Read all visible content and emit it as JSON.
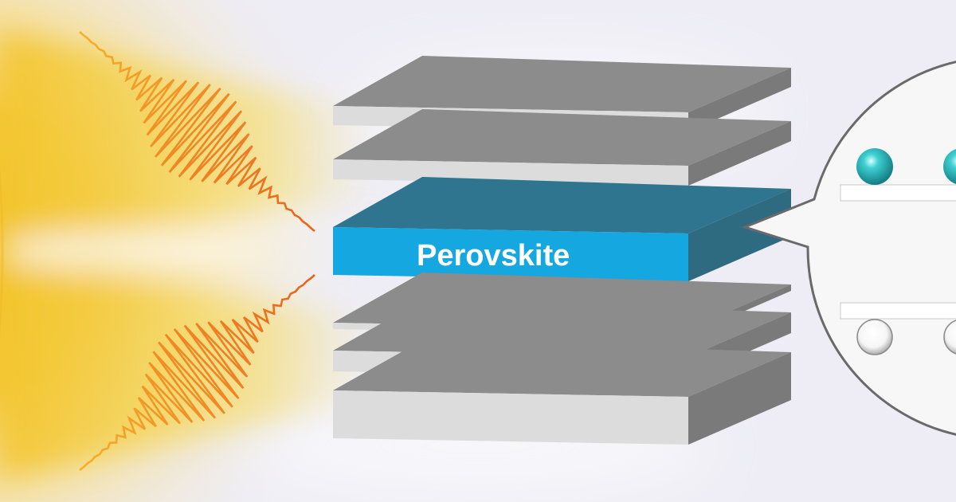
{
  "diagram": {
    "layers": [
      {
        "name": "layer-1",
        "kind": "gray"
      },
      {
        "name": "layer-2",
        "kind": "gray"
      },
      {
        "name": "perovskite-layer",
        "kind": "perovskite",
        "label": "Perovskite"
      },
      {
        "name": "layer-4",
        "kind": "gray"
      },
      {
        "name": "layer-5",
        "kind": "gray"
      },
      {
        "name": "layer-6",
        "kind": "gray"
      }
    ],
    "colors": {
      "background": "#eeedf5",
      "gray_top": "#8c8c8c",
      "gray_front": "#dcdcdc",
      "gray_side": "#7a7a7a",
      "perovskite_front": "#14a7e0",
      "perovskite_top": "#2f7590",
      "perovskite_side": "#2e6a80",
      "wave_light": "#f7b02a",
      "wave_dark": "#e8621e",
      "sphere_teal": "#1fb5b8",
      "sphere_white": "#ffffff"
    }
  }
}
